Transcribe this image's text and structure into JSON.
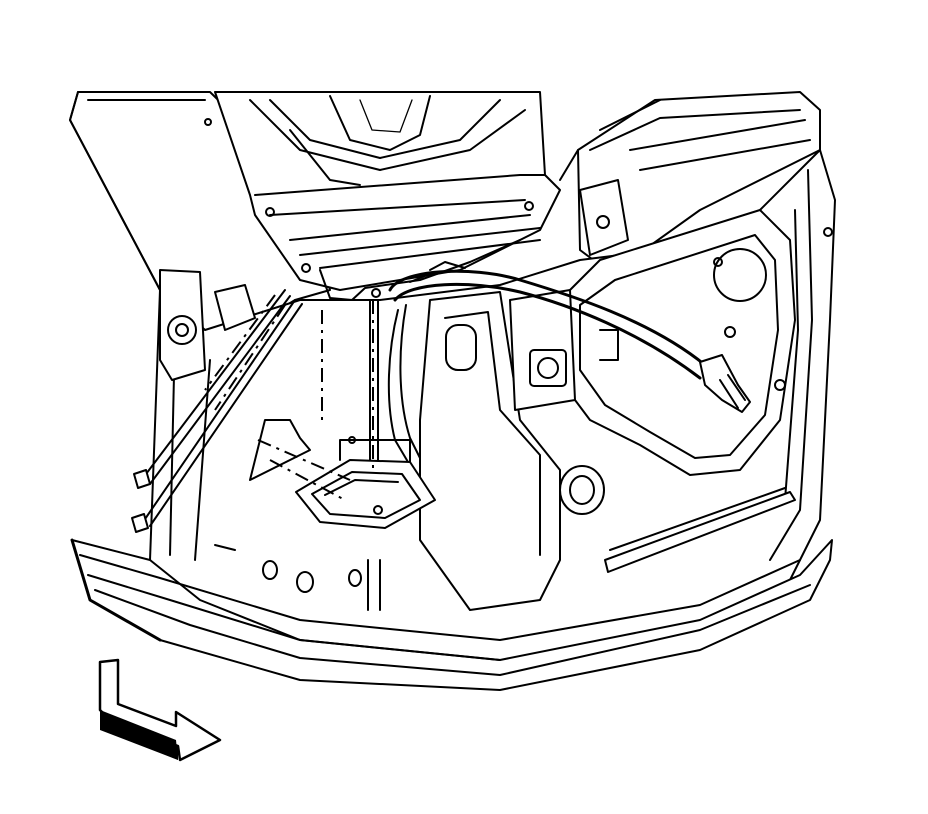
{
  "diagram": {
    "background": "#ffffff",
    "line_color": "#000000",
    "components": [
      "dash-panel",
      "cowl-bracket",
      "wiring-harness",
      "harness-connector",
      "module-bracket",
      "fasteners",
      "floor-pan-rocker",
      "view-direction-arrow"
    ]
  }
}
